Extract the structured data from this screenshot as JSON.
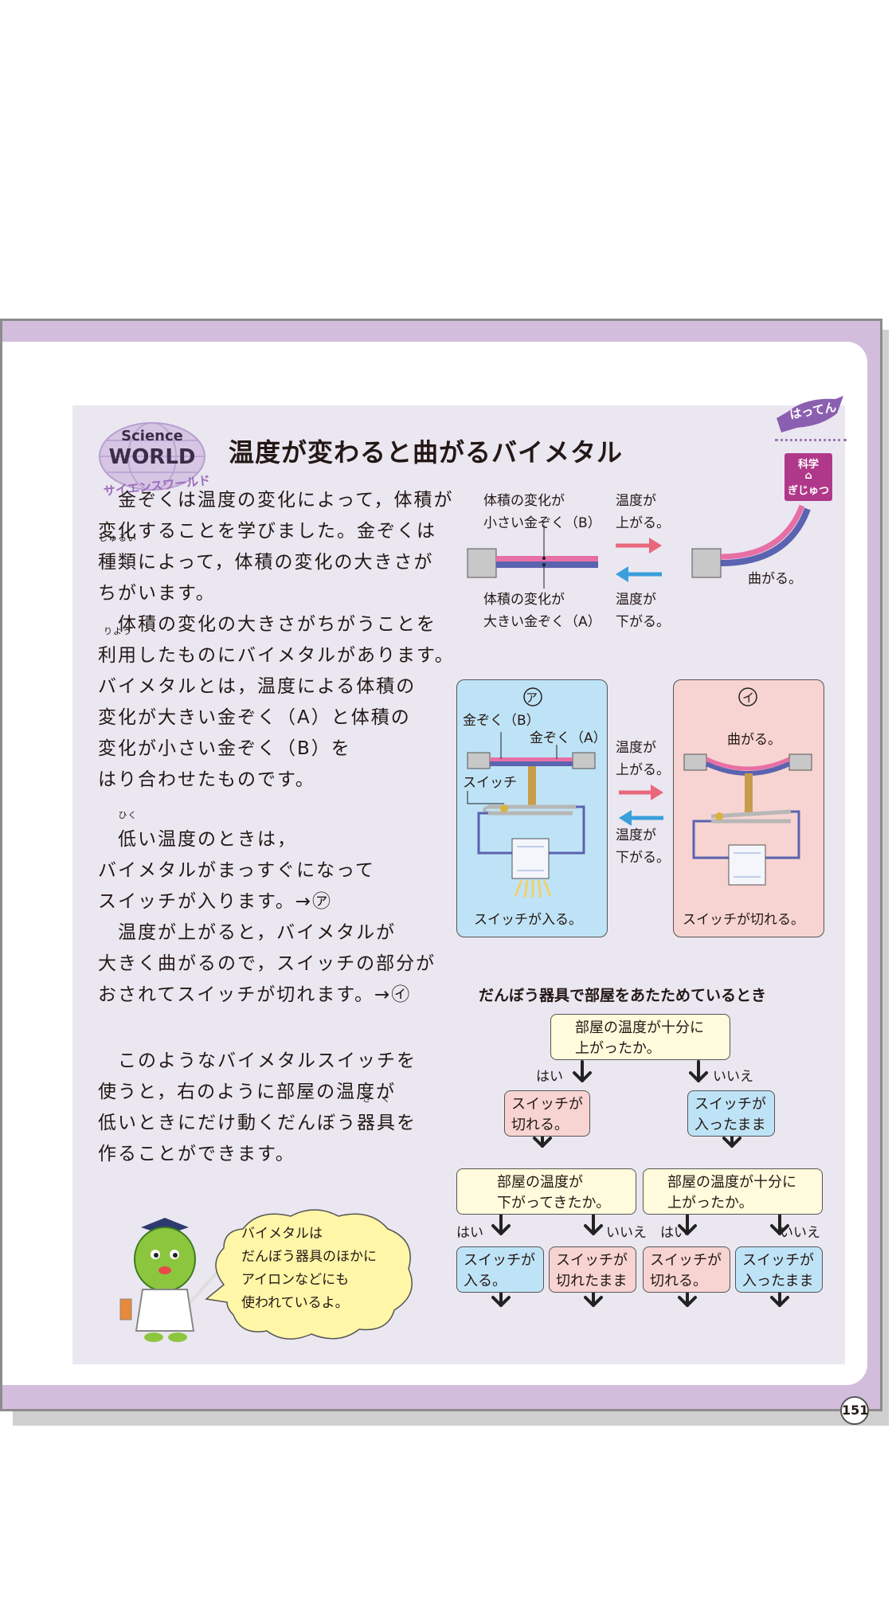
{
  "page": {
    "number": "151",
    "title": "温度が変わると曲がるバイメタル",
    "logo": {
      "line1": "Science",
      "line2": "WORLD",
      "kana": "サイエンスワールド"
    },
    "badge_hatten": "はってん",
    "badge_kagaku": {
      "line1": "科学",
      "line2": "ぎじゅつ"
    }
  },
  "body": {
    "p1": {
      "l1": "金ぞくは温度の変化によって，体積が",
      "l2": "変化することを学びました。金ぞくは",
      "l3_word": "種類",
      "l3_ruby": "しゅるい",
      "l3_rest": "によって，体積の変化の大きさが",
      "l4": "ちがいます。"
    },
    "p2": {
      "l1": "体積の変化の大きさがちがうことを",
      "l2_word": "利用",
      "l2_ruby": "りよう",
      "l2_rest": "したものにバイメタルがあります。",
      "l3": "バイメタルとは，温度による体積の",
      "l4": "変化が大きい金ぞく（A）と体積の",
      "l5": "変化が小さい金ぞく（B）を",
      "l6": "はり合わせたものです。"
    },
    "p3": {
      "l1_word": "低",
      "l1_ruby": "ひく",
      "l1_rest": "い温度のときは，",
      "l2": "バイメタルがまっすぐになって",
      "l3": "スイッチが入ります。→㋐",
      "l4": "温度が上がると，バイメタルが",
      "l5": "大きく曲がるので，スイッチの部分が",
      "l6": "おされてスイッチが切れます。→㋑"
    },
    "p4": {
      "l1": "このようなバイメタルスイッチを",
      "l2": "使うと，右のように部屋の温度が",
      "l3_a": "低いときにだけ動くだんぼう",
      "l3_word": "器具",
      "l3_ruby": "き　ぐ",
      "l3_b": "を",
      "l4": "作ることができます。"
    }
  },
  "diagram1": {
    "top_label": [
      "体積の変化が",
      "小さい金ぞく（B）"
    ],
    "bottom_label": [
      "体積の変化が",
      "大きい金ぞく（A）"
    ],
    "up_label": [
      "温度が",
      "上がる。"
    ],
    "down_label": [
      "温度が",
      "下がる。"
    ],
    "bent_label": "曲がる。"
  },
  "diagram2": {
    "panel_a": {
      "mark": "ア",
      "metal_b": "金ぞく（B）",
      "metal_a": "金ぞく（A）",
      "switch": "スイッチ",
      "caption": "スイッチが入る。"
    },
    "panel_i": {
      "mark": "イ",
      "bent": "曲がる。",
      "caption": "スイッチが切れる。"
    },
    "up_label": [
      "温度が",
      "上がる。"
    ],
    "down_label": [
      "温度が",
      "下がる。"
    ]
  },
  "flow": {
    "title": "だんぼう器具で部屋をあたためているとき",
    "q1": [
      "部屋の温度が十分に",
      "上がったか。"
    ],
    "yes": "はい",
    "no": "いいえ",
    "off": [
      "スイッチが",
      "切れる。"
    ],
    "still_on": [
      "スイッチが",
      "入ったまま"
    ],
    "q2": [
      "部屋の温度が",
      "下がってきたか。"
    ],
    "q3": [
      "部屋の温度が十分に",
      "上がったか。"
    ],
    "on": [
      "スイッチが",
      "入る。"
    ],
    "still_off": [
      "スイッチが",
      "切れたまま"
    ]
  },
  "bubble": [
    "バイメタルは",
    "だんぼう器具のほかに",
    "アイロンなどにも",
    "使われているよ。"
  ],
  "colors": {
    "frame": "#d3bddd",
    "content": "#ebe7f1",
    "arrow_up": "#e8687b",
    "arrow_down": "#3b9fdc",
    "magenta": "#b0388a"
  }
}
